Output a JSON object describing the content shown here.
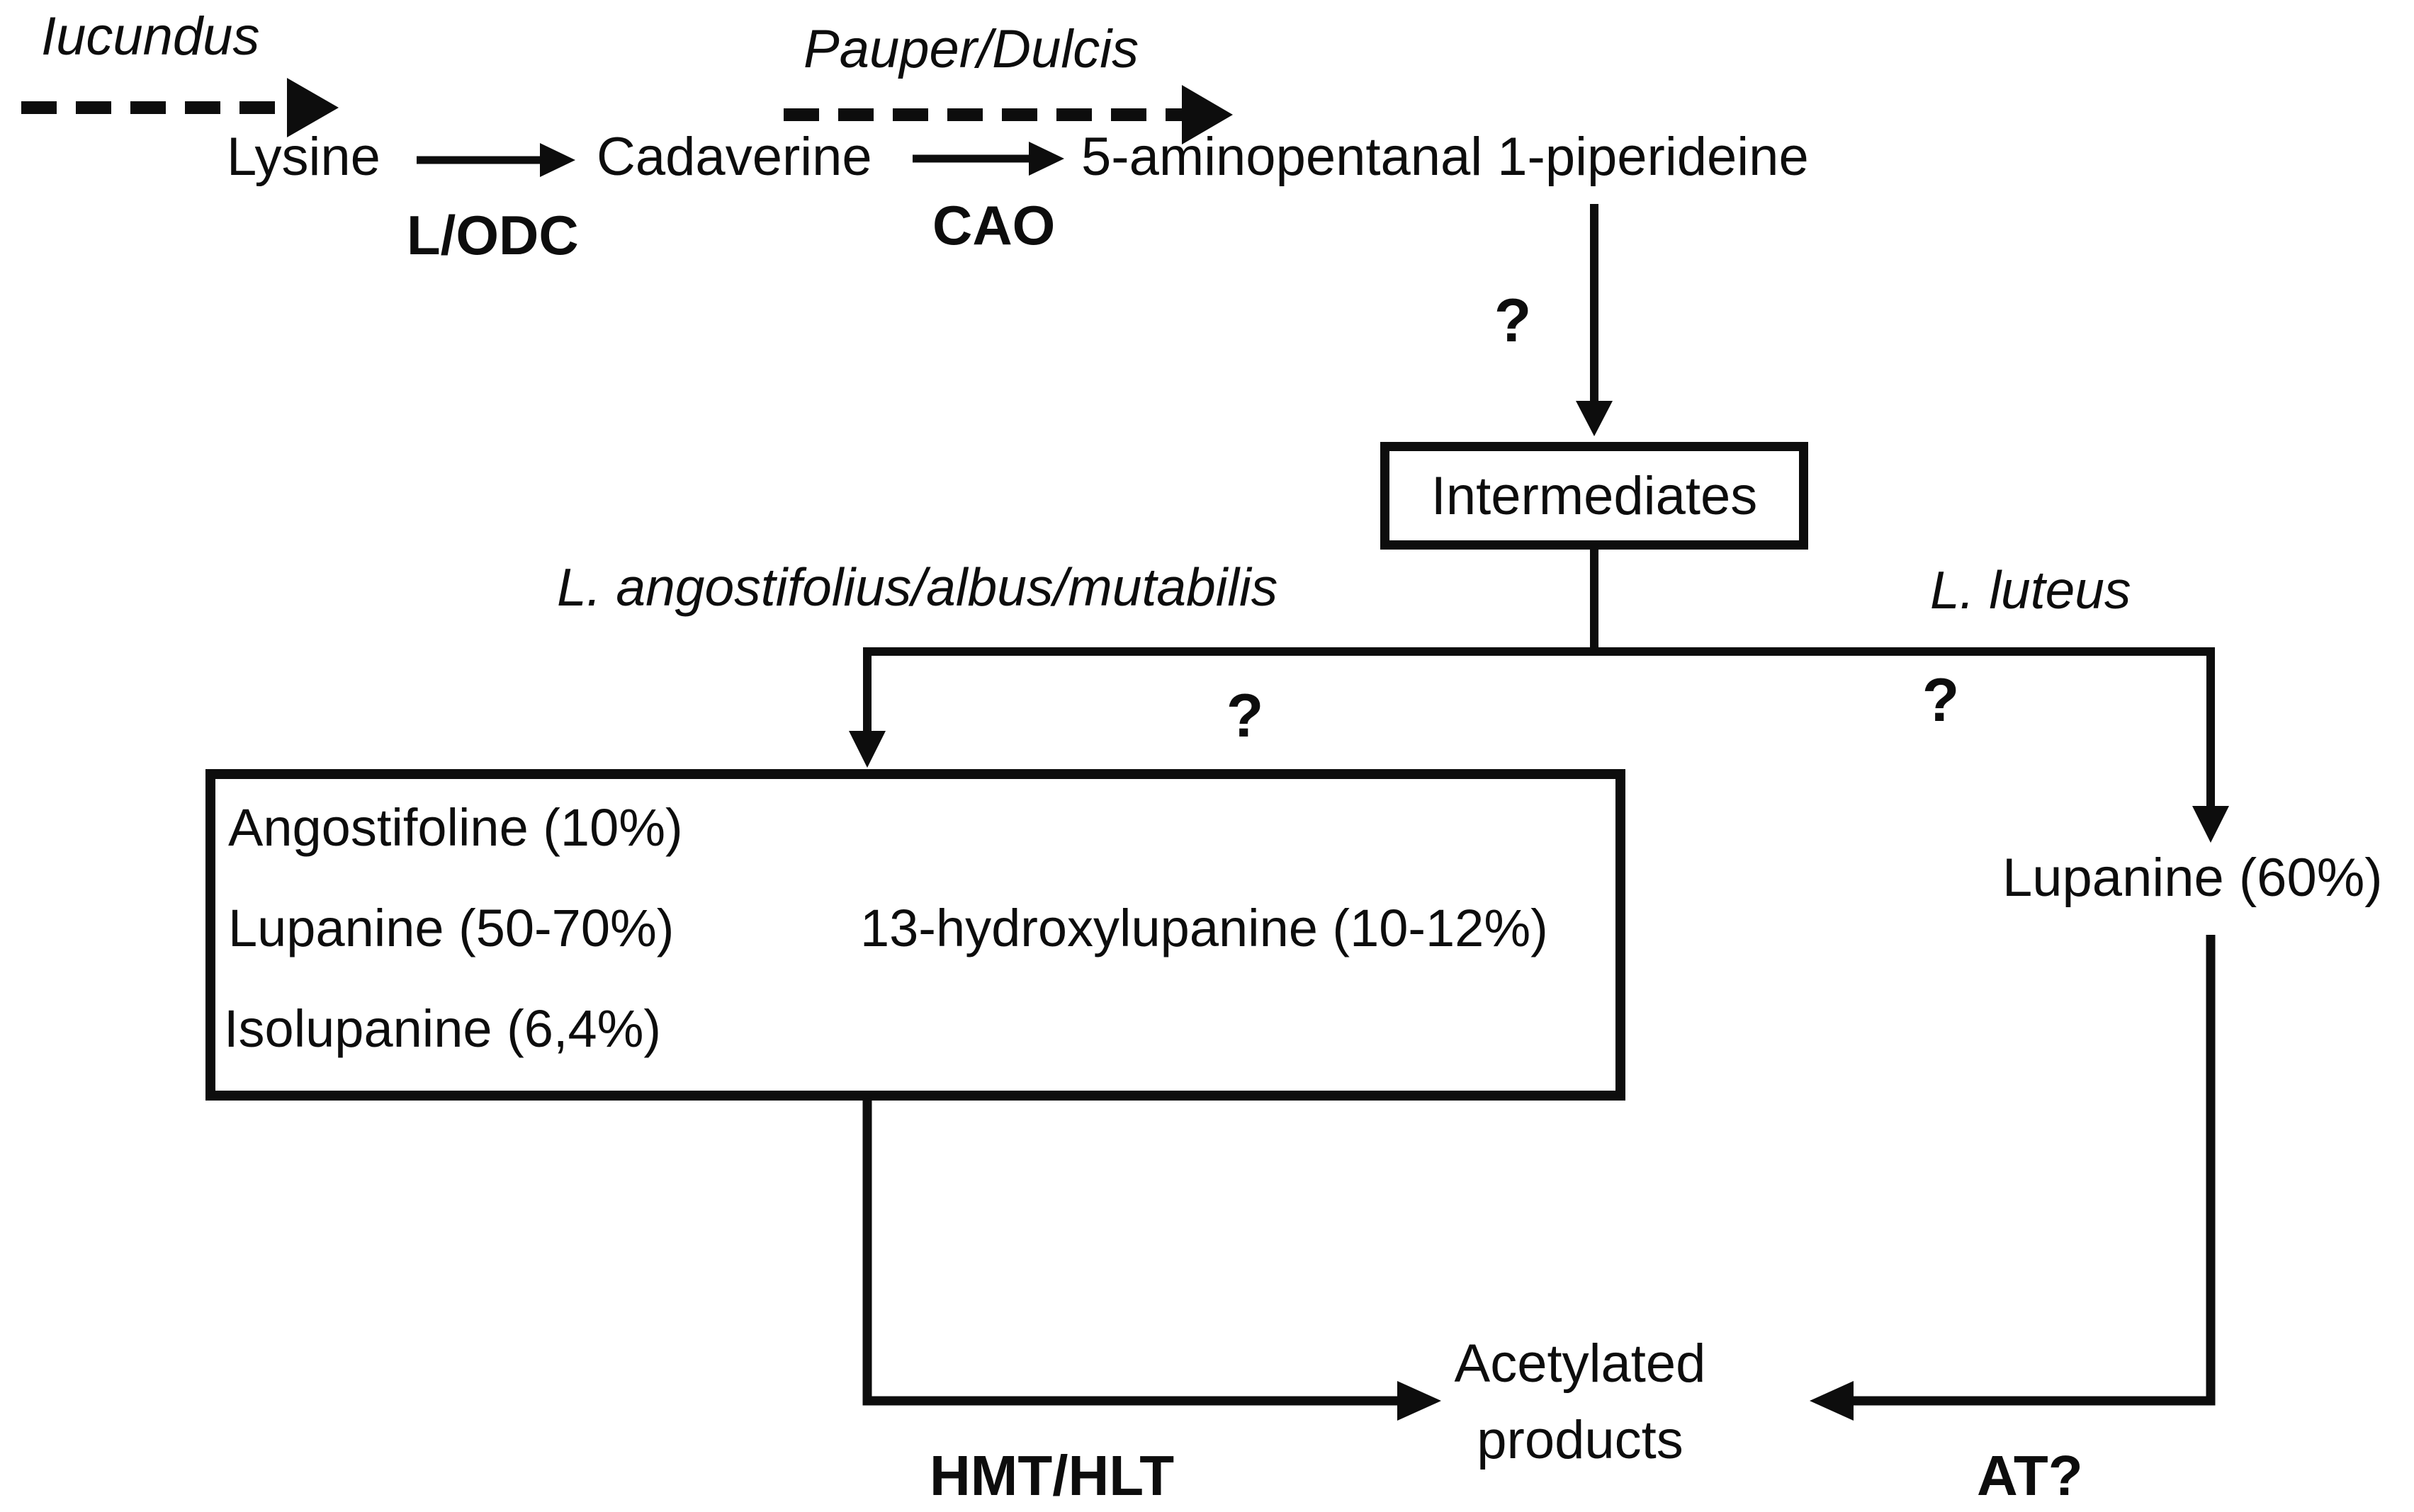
{
  "figure": {
    "background_color": "#ffffff",
    "ink_color": "#0d0d0d"
  },
  "top_pathway": {
    "gene_left": "Iucundus",
    "gene_right": "Pauper/Dulcis",
    "substrate": "Lysine",
    "intermediate": "Cadaverine",
    "product": "5-aminopentanal 1-piperideine",
    "enzyme_first_step": "L/ODC",
    "enzyme_second_step": "CAO"
  },
  "center": {
    "unknown_step": "?",
    "intermediates_label": "Intermediates"
  },
  "branches": {
    "left_species": "L. angostifolius/albus/mutabilis",
    "right_species": "L. luteus",
    "left_unknown": "?",
    "right_unknown": "?"
  },
  "alkaloid_box": {
    "row1": "Angostifoline (10%)",
    "row2_left": "Lupanine (50-70%)",
    "row2_right": "13-hydroxylupanine (10-12%)",
    "row3": "Isolupanine (6,4%)"
  },
  "right_branch": {
    "lupanine": "Lupanine (60%)"
  },
  "bottom": {
    "acetylated_products": "Acetylated products",
    "enzyme_left": "HMT/HLT",
    "enzyme_right": "AT?"
  }
}
